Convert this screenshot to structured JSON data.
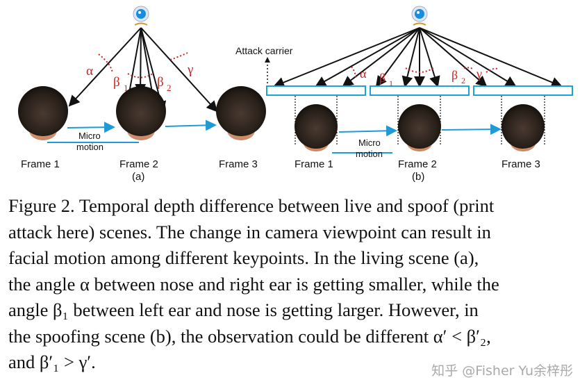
{
  "figure": {
    "panel_a": {
      "frame_labels": [
        "Frame 1",
        "Frame 2",
        "Frame 3"
      ],
      "motion_label": [
        "Micro",
        "motion"
      ],
      "panel_label": "(a)",
      "angles": {
        "alpha": "α",
        "beta1": "β",
        "beta1_sub": "1",
        "beta2": "β",
        "beta2_sub": "2",
        "gamma": "γ"
      }
    },
    "panel_b": {
      "carrier_label": "Attack carrier",
      "frame_labels": [
        "Frame 1",
        "Frame 2",
        "Frame 3"
      ],
      "motion_label": [
        "Micro",
        "motion"
      ],
      "panel_label": "(b)",
      "angles": {
        "alpha": "α",
        "beta1": "β",
        "beta1_sub": "1",
        "beta2": "β",
        "beta2_sub": "2",
        "gamma": "γ"
      }
    },
    "colors": {
      "arrow": "#111111",
      "motion_arrow": "#1f9ad6",
      "angle": "#cc2020",
      "carrier": "#1ca3d6"
    }
  },
  "caption": {
    "lines": [
      "Figure 2.  Temporal depth difference between live and spoof (print",
      "attack here) scenes. The change in camera viewpoint can result in",
      "facial motion among different keypoints.  In the living scene (a),",
      "the angle α between nose and right ear is getting smaller, while the",
      "angle β₁ between left ear and nose is getting larger.  However, in",
      "the spoofing scene (b), the observation could be different α′ < β′₂,",
      "and β′₁ > γ′."
    ]
  },
  "watermark": "知乎 @Fisher Yu余梓彤"
}
